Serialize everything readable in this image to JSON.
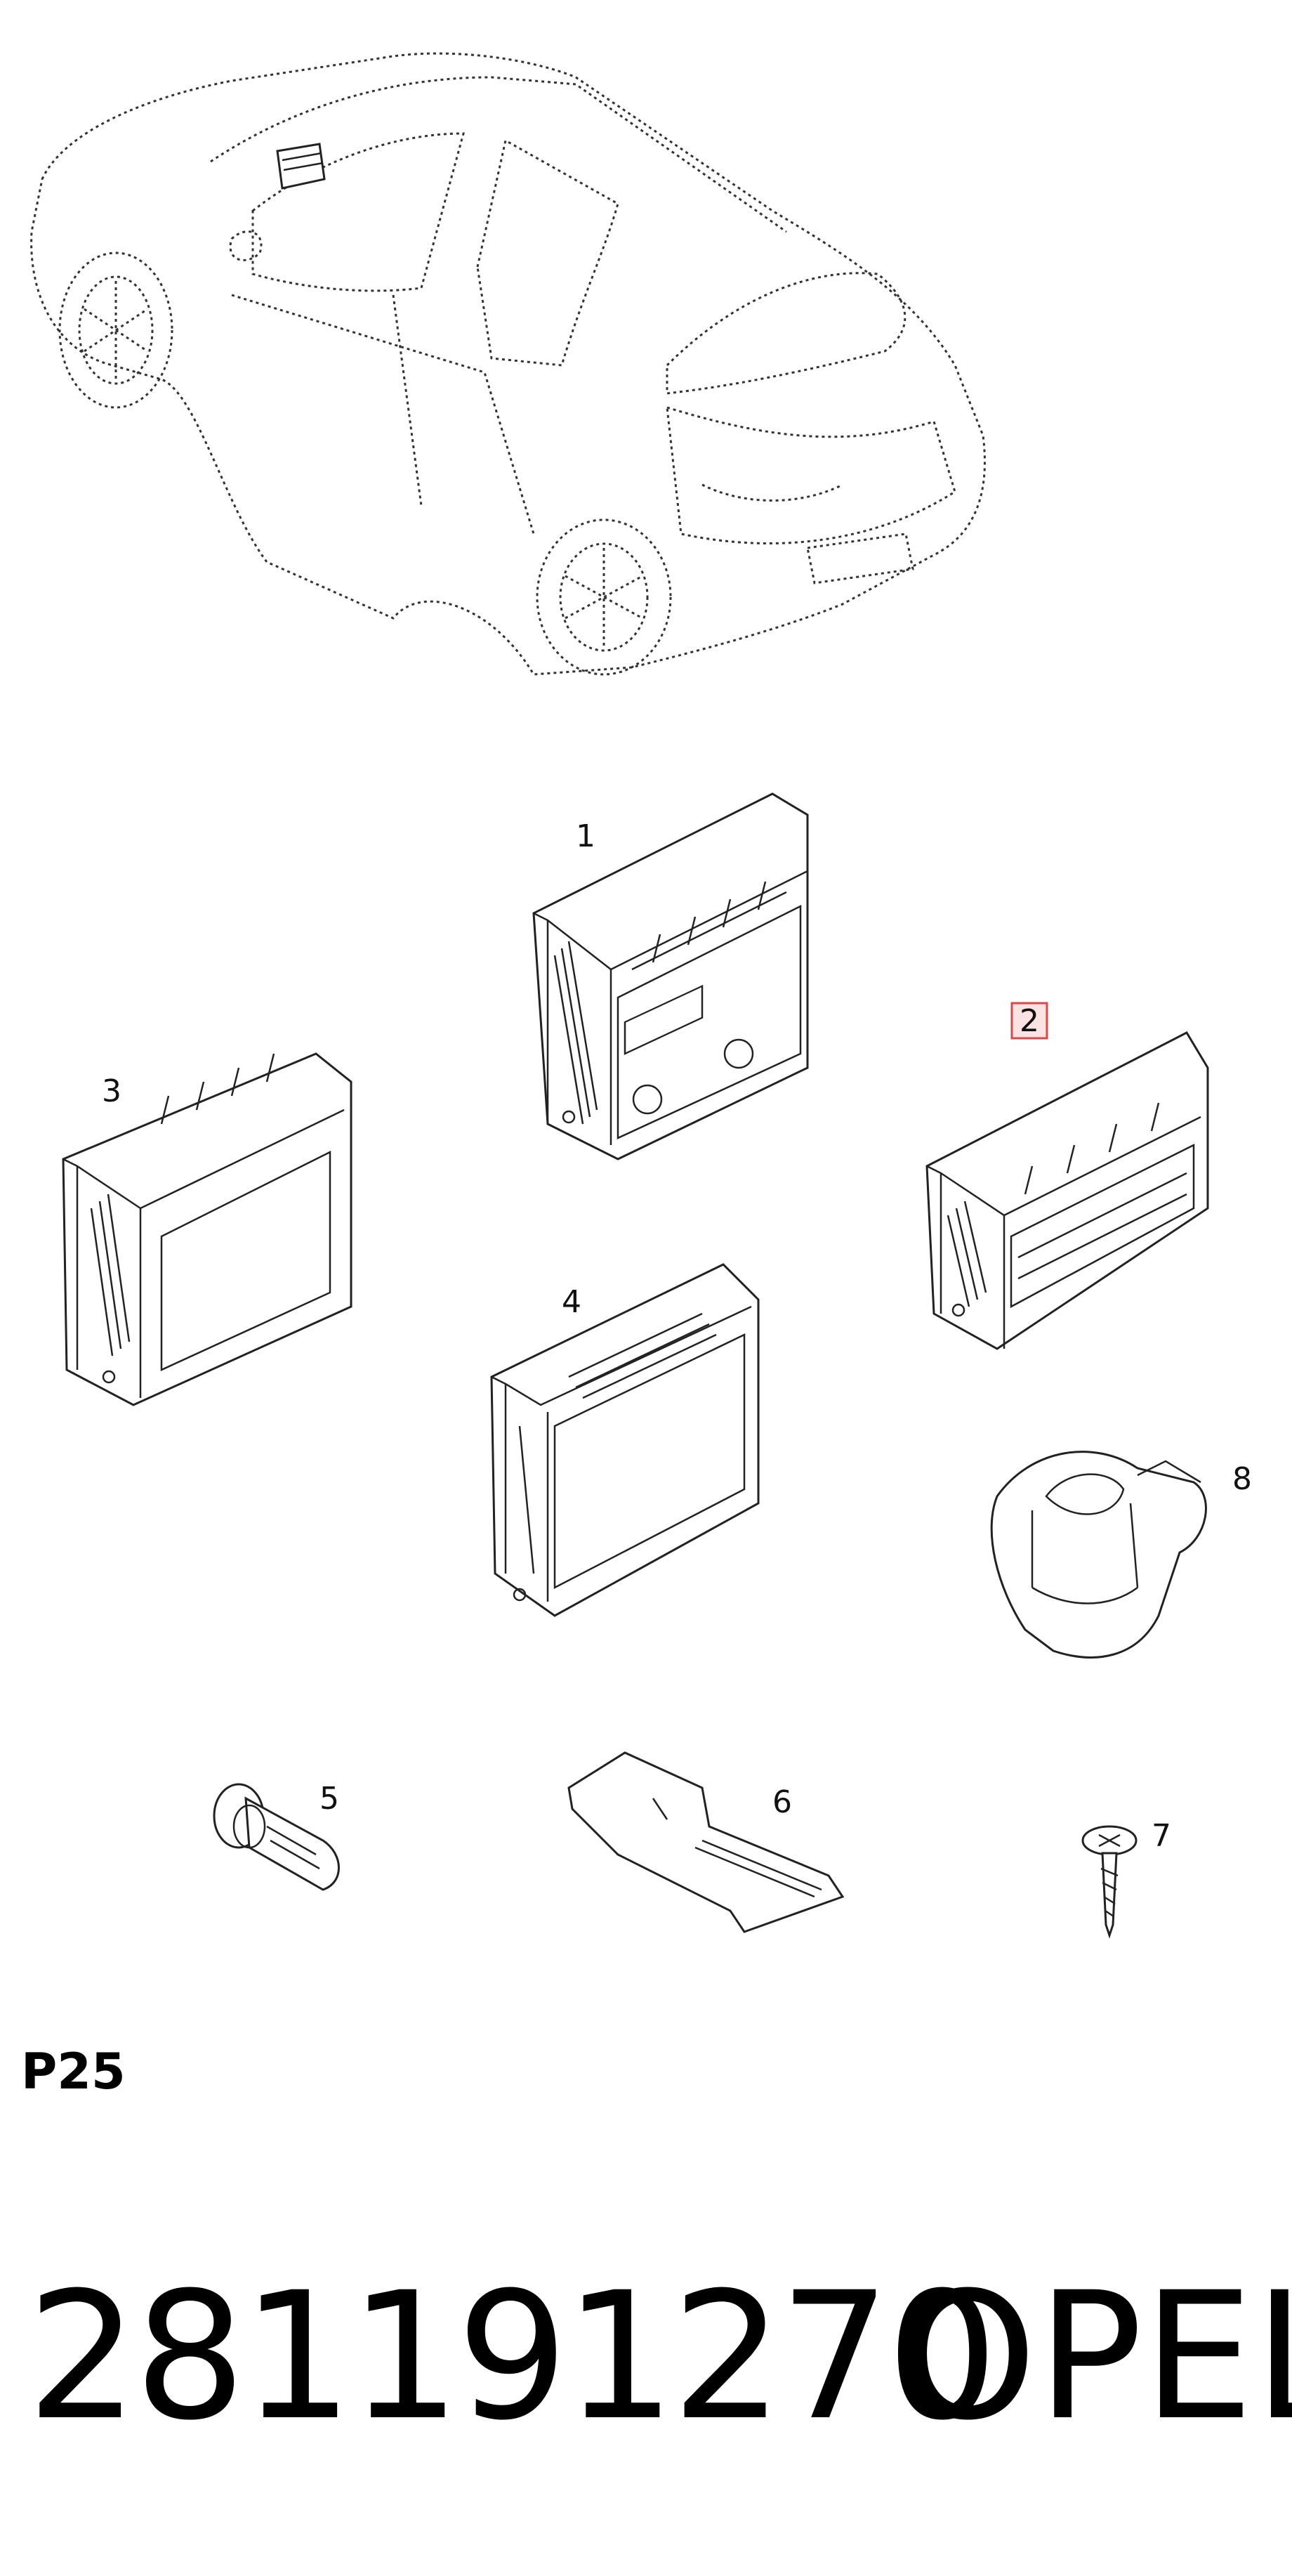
{
  "parts": [
    {
      "number": "1",
      "name": "radio-unit-cd"
    },
    {
      "number": "2",
      "name": "radio-unit-display",
      "highlighted": true
    },
    {
      "number": "3",
      "name": "radio-unit-large-display"
    },
    {
      "number": "4",
      "name": "navigation-display-unit"
    },
    {
      "number": "5",
      "name": "bulb"
    },
    {
      "number": "6",
      "name": "bracket"
    },
    {
      "number": "7",
      "name": "screw"
    },
    {
      "number": "8",
      "name": "sensor-housing"
    }
  ],
  "highlight_color": "#d84a4a",
  "section_code": "P25",
  "part_number": "281191270",
  "brand": "OPEL"
}
